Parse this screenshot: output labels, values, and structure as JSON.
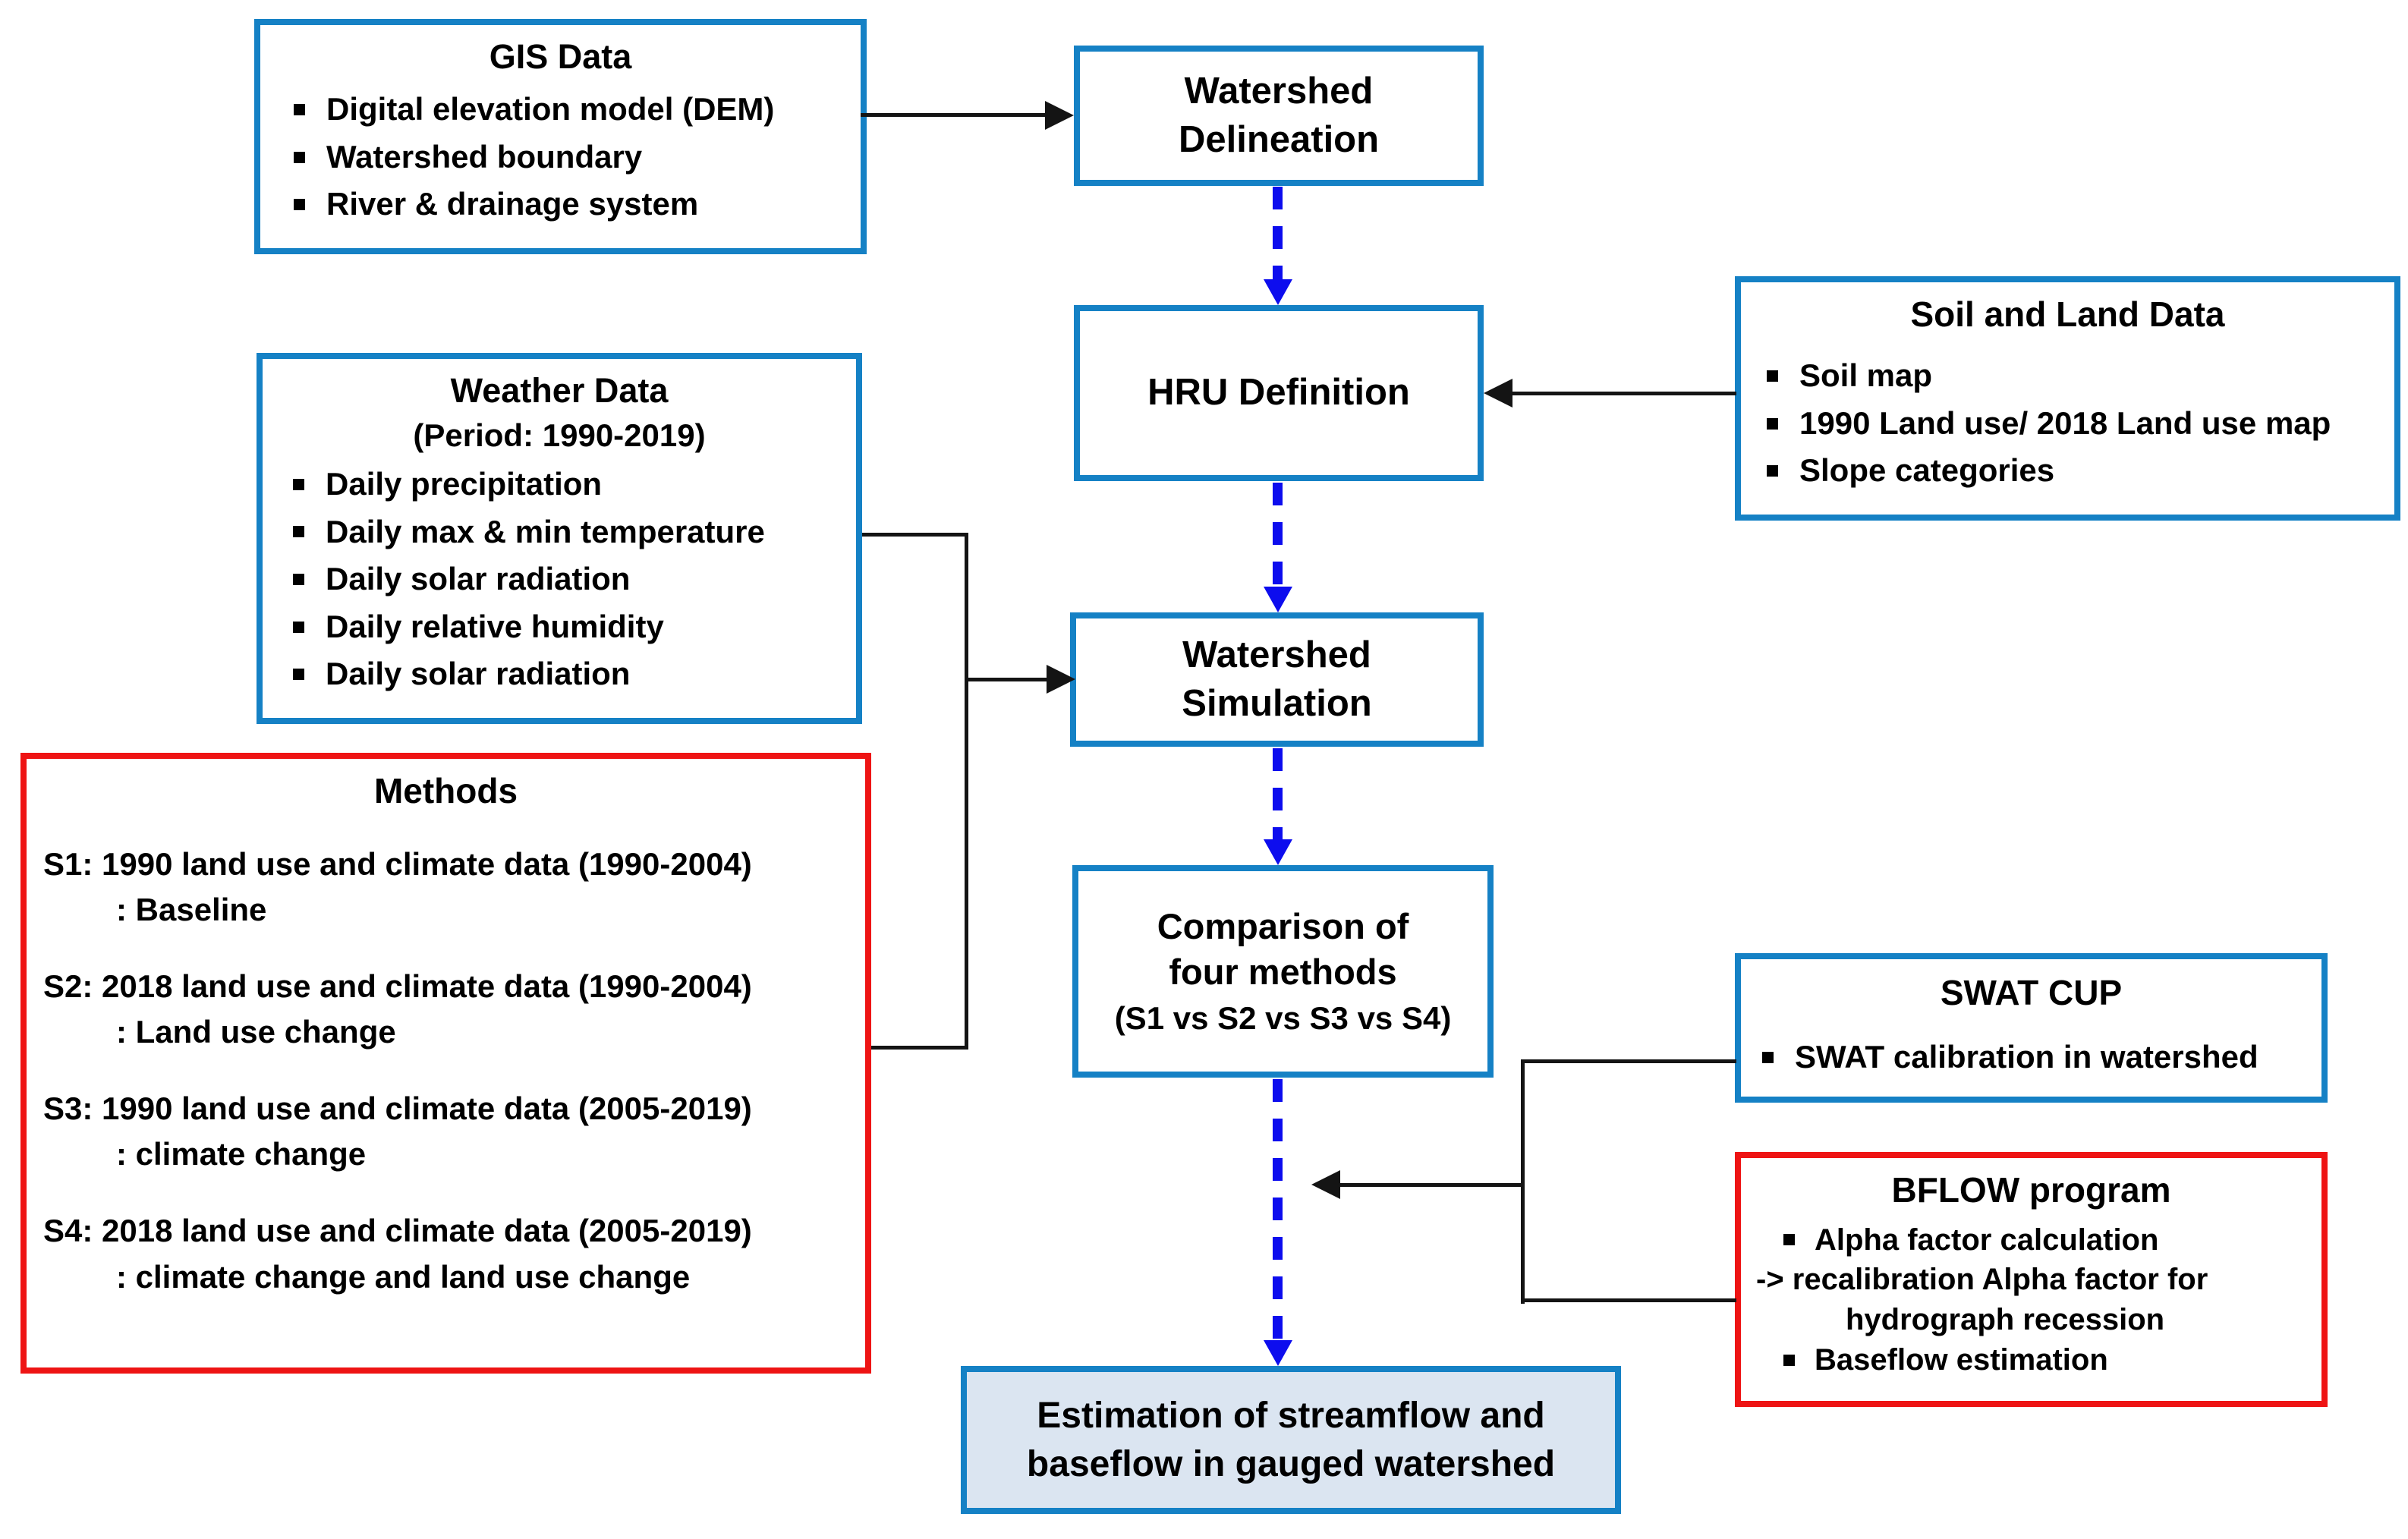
{
  "nodes": {
    "gis": {
      "title": "GIS Data",
      "bullets": [
        "Digital elevation model (DEM)",
        "Watershed boundary",
        "River & drainage system"
      ]
    },
    "watershed_delineation": {
      "lines": [
        "Watershed",
        "Delineation"
      ]
    },
    "soil_land": {
      "title": "Soil and Land Data",
      "bullets": [
        "Soil map",
        "1990 Land use/ 2018 Land use map",
        "Slope categories"
      ]
    },
    "hru": {
      "title": "HRU Definition"
    },
    "weather": {
      "title": "Weather Data",
      "subtitle": "(Period: 1990-2019)",
      "bullets": [
        "Daily precipitation",
        "Daily max & min temperature",
        "Daily solar radiation",
        "Daily relative humidity",
        "Daily solar radiation"
      ]
    },
    "watershed_simulation": {
      "lines": [
        "Watershed",
        "Simulation"
      ]
    },
    "methods": {
      "title": "Methods",
      "items": [
        {
          "label": "S1: 1990 land use and climate data (1990-2004)",
          "note": ": Baseline"
        },
        {
          "label": "S2: 2018 land use and climate data (1990-2004)",
          "note": ": Land use change"
        },
        {
          "label": "S3: 1990 land use and climate data (2005-2019)",
          "note": ": climate change"
        },
        {
          "label": "S4: 2018 land use and climate data (2005-2019)",
          "note": ": climate change and land use change"
        }
      ]
    },
    "comparison": {
      "lines": [
        "Comparison of",
        "four methods"
      ],
      "subtitle": "(S1 vs S2 vs S3 vs S4)"
    },
    "swat_cup": {
      "title": "SWAT CUP",
      "bullets": [
        "SWAT calibration in  watershed"
      ]
    },
    "bflow": {
      "title": "BFLOW program",
      "rows": [
        {
          "marker": "square",
          "text": "Alpha factor calculation"
        },
        {
          "marker": "none",
          "text": "-> recalibration Alpha factor for"
        },
        {
          "marker": "indent",
          "text": "hydrograph recession"
        },
        {
          "marker": "square",
          "text": "Baseflow estimation"
        }
      ]
    },
    "estimation": {
      "lines": [
        "Estimation of streamflow and",
        "baseflow in gauged watershed"
      ]
    }
  },
  "colors": {
    "box_border_blue": "#1581c5",
    "box_border_red": "#ee1414",
    "dashed_arrow_blue": "#0d0dee",
    "solid_arrow_black": "#141414",
    "estimation_fill": "#dbe5f1"
  }
}
